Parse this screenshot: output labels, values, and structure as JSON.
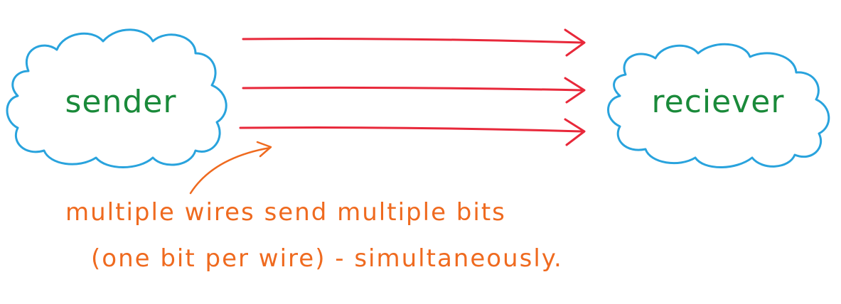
{
  "nodes": {
    "sender": {
      "label": "sender"
    },
    "receiver": {
      "label": "reciever"
    }
  },
  "connections": {
    "wire_count": 3
  },
  "annotation": {
    "line1": "multiple wires send multiple bits",
    "line2": "(one bit per wire) - simultaneously."
  },
  "colors": {
    "cloud_outline": "#29a3dd",
    "node_label": "#1a8a3a",
    "wire": "#e8283a",
    "annotation": "#ef6a1f"
  }
}
